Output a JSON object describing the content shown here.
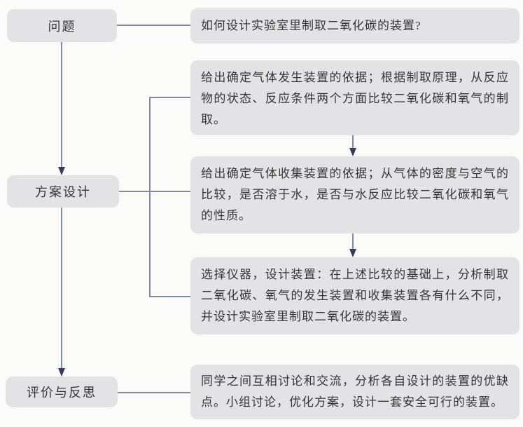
{
  "figure": {
    "type": "flowchart",
    "topic": "实验室制取二氧化碳装置设计流程"
  },
  "palette": {
    "background": "#fbfbf9",
    "node_fill": "#e3e3e5",
    "connector_line": "#8089a6",
    "arrowhead": "#343c59",
    "text": "#363636"
  },
  "stages": [
    {
      "id": "problem",
      "label": "问题"
    },
    {
      "id": "design",
      "label": "方案设计"
    },
    {
      "id": "evaluate",
      "label": "评价与反思"
    }
  ],
  "details": [
    {
      "id": "question",
      "text": "如何设计实验室里制取二氧化碳的装置?"
    },
    {
      "id": "generation",
      "text": "给出确定气体发生装置的依据；根据制取原理，从反应物的状态、反应条件两个方面比较二氧化碳和氧气的制取。"
    },
    {
      "id": "collection",
      "text": "给出确定气体收集装置的依据；从气体的密度与空气的比较，是否溶于水，是否与水反应比较二氧化碳和氧气的性质。"
    },
    {
      "id": "apparatus",
      "text": "选择仪器，设计装置：在上述比较的基础上，分析制取二氧化碳、氧气的发生装置和收集装置各有什么不同，并设计实验室里制取二氧化碳的装置。"
    },
    {
      "id": "discussion",
      "text": "同学之间互相讨论和交流，分析各自设计的装置的优缺点。小组讨论，优化方案，设计一套安全可行的装置。"
    }
  ]
}
